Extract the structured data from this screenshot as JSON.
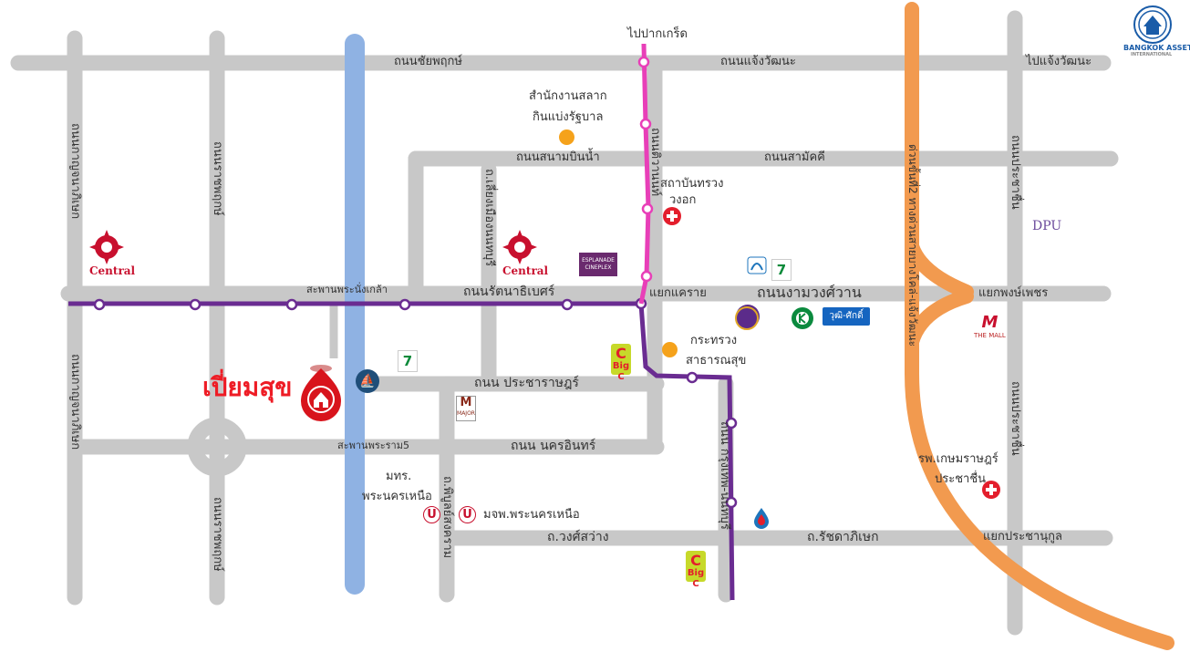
{
  "logo": {
    "name": "BANGKOK ASSET",
    "sub": "INTERNATIONAL",
    "icon": "bangkok-asset-emblem-icon"
  },
  "highlight": {
    "name": "เปี่ยมสุข",
    "icon": "home-pin-icon",
    "color": "#ee1c25"
  },
  "roads": {
    "chaiyaphruek": "ถนนชัยพฤกษ์",
    "chaengwattana": "ถนนแจ้งวัฒนะ",
    "to_chaengwattana": "ไปแจ้งวัฒนะ",
    "to_pakkret": "ไปปากเกร็ด",
    "sanambinnam": "ถนนสนามบินน้ำ",
    "samakkhi": "ถนนสามัคคี",
    "rattanathibet": "ถนนรัตนาธิเบศร์",
    "bridge_nonthaburi": "สะพานพระนั่งเกล้า",
    "ngamwongwan": "ถนนงามวงศ์วาน",
    "khae_rai": "แยกแคราย",
    "phong_phet": "แยกพงษ์เพชร",
    "pracharat": "ถนน ประชาราษฎร์",
    "nakhon_in": "ถนน นครอินทร์",
    "bridge_rama5": "สะพานพระราม5",
    "wongsawang": "ถ.วงศ์สว่าง",
    "ratchadaphisek": "ถ.รัชดาภิเษก",
    "prachanukun": "แยกประชานุกูล",
    "kanchanaphisek_1": "ถนนกาญจนาภิเษก",
    "kanchanaphisek_2": "ถนนกาญจนาภิเษก",
    "ratchaphruek_1": "ถนนราชพฤกษ์",
    "ratchaphruek_2": "ถนนราชพฤกษ์",
    "liang_mueang": "ถ.เลี่ยงเมืองนนทบุรี",
    "tiwanon": "ถนนติวานนท์",
    "krung_thep_nonthaburi": "ถนน กรุงเทพ-นนทบุรี",
    "phibunsongkhram": "ถ.พิบูลย์สงคราม",
    "prachachuen_1": "ถนนประชาชื่น",
    "prachachuen_2": "ถนนประชาชื่น",
    "expressway": "ด่วนขั้นที่2 ทางด่วนสายบางโคล่-แจ้งวัฒนะ"
  },
  "places": {
    "lottery_office_1": "สำนักงานสลาก",
    "lottery_office_2": "กินแบ่งรัฐบาล",
    "chest_institute_1": "สถาบันทรวง",
    "chest_institute_2": "วงอก",
    "ministry_health_1": "กระทรวง",
    "ministry_health_2": "สาธารณสุข",
    "kmutnb_1": "มทร.",
    "kmutnb_2": "พระนครเหนือ",
    "kmutnb_full": "มจพ.พระนครเหนือ",
    "kasem_hospital_1": "รพ.เกษมราษฎร์",
    "kasem_hospital_2": "ประชาชื่น"
  },
  "brands": {
    "central": "Central",
    "esplanade": "ESPLANADE CINEPLEX",
    "seven": "7",
    "bigc": "Big C",
    "wutt": "วุฒิ-ศักดิ์",
    "dpu": "DPU",
    "mall": "THE MALL",
    "major": "MAJOR"
  },
  "colors": {
    "road": "#c8c8c8",
    "river": "#8fb2e3",
    "purple_line": "#6a2c91",
    "pink_line": "#e83fb8",
    "expressway": "#f29a4f",
    "highlight_red": "#ee1c25"
  }
}
